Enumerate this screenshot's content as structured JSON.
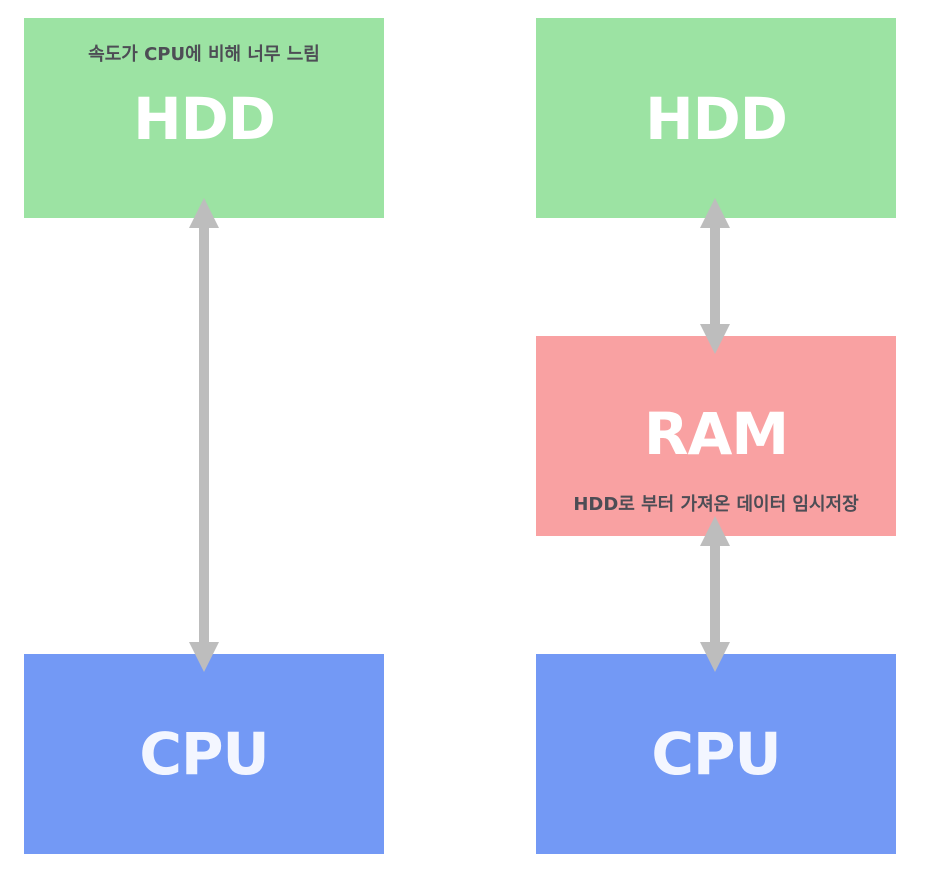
{
  "left_diagram": {
    "hdd": {
      "label": "HDD",
      "note": "속도가  CPU에 비해 너무 느림"
    },
    "cpu": {
      "label": "CPU"
    }
  },
  "right_diagram": {
    "hdd": {
      "label": "HDD"
    },
    "ram": {
      "label": "RAM",
      "note": "HDD로 부터 가져온 데이터 임시저장"
    },
    "cpu": {
      "label": "CPU"
    }
  },
  "colors": {
    "hdd": "#9ce3a3",
    "ram": "#f9a1a2",
    "cpu": "#7399f5",
    "arrow": "#bdbdbd",
    "note_text": "#4d4d55"
  }
}
